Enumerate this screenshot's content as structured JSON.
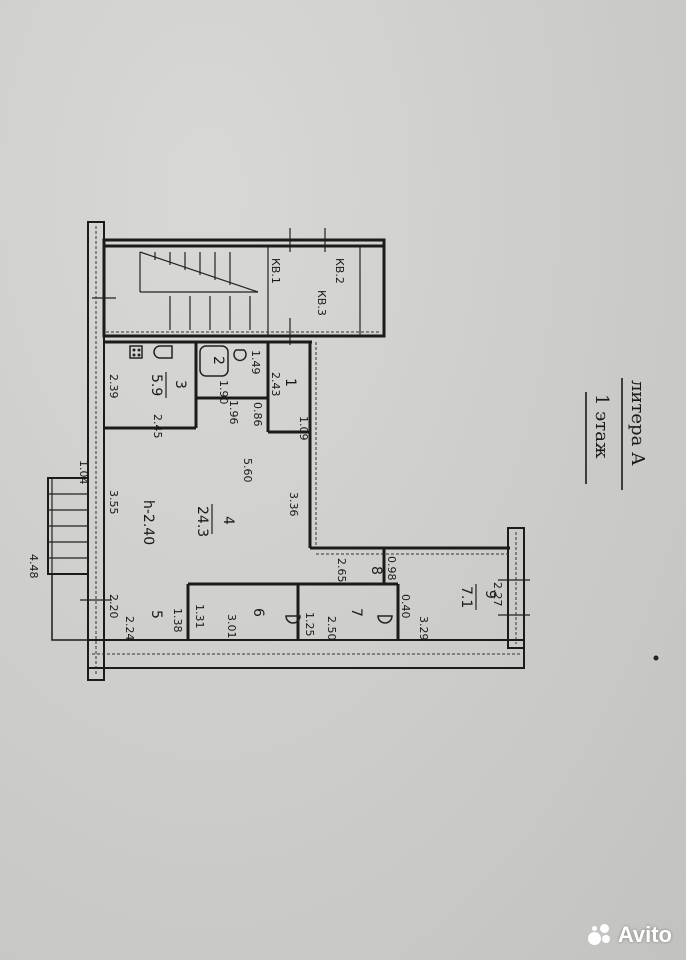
{
  "title": {
    "line1": "литера А",
    "line2": "1 этаж"
  },
  "stair_labels": {
    "kv1": "КВ.1",
    "kv2": "КВ.2",
    "kv3": "КВ.3"
  },
  "rooms": {
    "r1": {
      "num": "1"
    },
    "r2": {
      "num": "2"
    },
    "r3": {
      "num": "3",
      "area": "5.9"
    },
    "r4": {
      "num": "4",
      "area": "24.3",
      "height": "h-2.40"
    },
    "r5": {
      "num": "5"
    },
    "r6": {
      "num": "6"
    },
    "r7": {
      "num": "7"
    },
    "r8": {
      "num": "8"
    },
    "r9": {
      "num": "9",
      "area": "7.1"
    }
  },
  "dims": {
    "d_1_49": "1.49",
    "d_2_43": "2.43",
    "d_1_90": "1.90",
    "d_1_96": "1.96",
    "d_0_86": "0.86",
    "d_1_09": "1.09",
    "d_2_39": "2.39",
    "d_2_45": "2.45",
    "d_5_60": "5.60",
    "d_3_36": "3.36",
    "d_1_04": "1.04",
    "d_3_55": "3.55",
    "d_4_48": "4.48",
    "d_2_20": "2.20",
    "d_2_24": "2.24",
    "d_1_38": "1.38",
    "d_1_31": "1.31",
    "d_3_01": "3.01",
    "d_1_25": "1.25",
    "d_2_50": "2.50",
    "d_2_65": "2.65",
    "d_0_98": "0.98",
    "d_0_40": "0.40",
    "d_3_29": "3.29",
    "d_2_27": "2.27"
  },
  "watermark": "Avito"
}
